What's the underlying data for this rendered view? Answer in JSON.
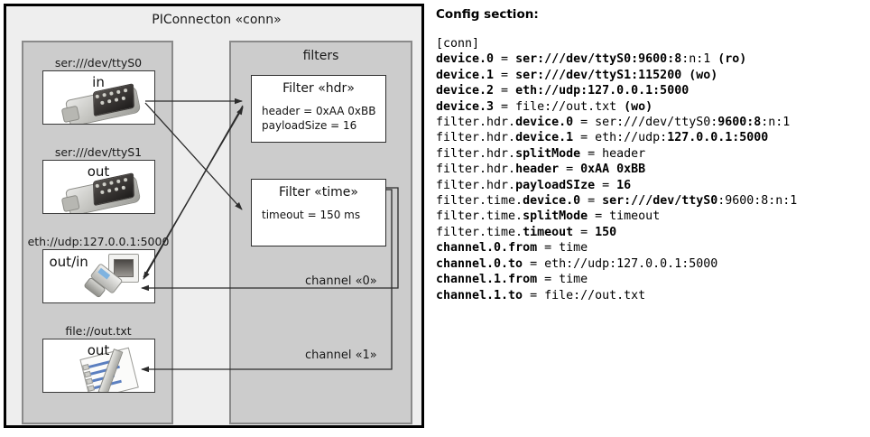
{
  "diagram": {
    "title": "PIConnecton «conn»",
    "devices_panel": {
      "title": "",
      "devices": [
        {
          "caption": "ser:///dev/ttyS0",
          "label": "in",
          "icon": "serial-connector-icon"
        },
        {
          "caption": "ser:///dev/ttyS1",
          "label": "out",
          "icon": "serial-connector-icon"
        },
        {
          "caption": "eth://udp:127.0.0.1:5000",
          "label": "out/in",
          "icon": "ethernet-plug-icon"
        },
        {
          "caption": "file://out.txt",
          "label": "out",
          "icon": "text-file-icon"
        }
      ]
    },
    "filters_panel": {
      "title": "filters",
      "filters": [
        {
          "title": "Filter «hdr»",
          "props": [
            "header = 0xAA 0xBB",
            "payloadSize = 16"
          ]
        },
        {
          "title": "Filter «time»",
          "props": [
            "timeout = 150 ms"
          ]
        }
      ]
    },
    "channels": [
      {
        "label": "channel «0»"
      },
      {
        "label": "channel «1»"
      }
    ]
  },
  "config": {
    "heading": "Config section:",
    "lines": [
      {
        "segments": [
          {
            "t": "[conn]",
            "bold": false
          }
        ]
      },
      {
        "segments": [
          {
            "t": "device.0",
            "bold": true
          },
          {
            "t": " = ",
            "bold": false
          },
          {
            "t": "ser:///dev/ttyS0:9600:8",
            "bold": true
          },
          {
            "t": ":n:1 ",
            "bold": false
          },
          {
            "t": "(ro)",
            "bold": true
          }
        ]
      },
      {
        "segments": [
          {
            "t": "device.1",
            "bold": true
          },
          {
            "t": " = ",
            "bold": false
          },
          {
            "t": "ser:///dev/ttyS1:115200",
            "bold": true
          },
          {
            "t": " ",
            "bold": false
          },
          {
            "t": "(wo)",
            "bold": true
          }
        ]
      },
      {
        "segments": [
          {
            "t": "device.2",
            "bold": true
          },
          {
            "t": " = ",
            "bold": false
          },
          {
            "t": "eth://udp:127.0.0.1:5000",
            "bold": true
          }
        ]
      },
      {
        "segments": [
          {
            "t": "device.3",
            "bold": true
          },
          {
            "t": " = file://out.txt ",
            "bold": false
          },
          {
            "t": "(wo)",
            "bold": true
          }
        ]
      },
      {
        "segments": [
          {
            "t": "filter.hdr.",
            "bold": false
          },
          {
            "t": "device.0",
            "bold": true
          },
          {
            "t": " = ser:///dev/ttyS0:",
            "bold": false
          },
          {
            "t": "9600:8",
            "bold": true
          },
          {
            "t": ":n:1",
            "bold": false
          }
        ]
      },
      {
        "segments": [
          {
            "t": "filter.hdr.",
            "bold": false
          },
          {
            "t": "device.1",
            "bold": true
          },
          {
            "t": " = eth://udp:",
            "bold": false
          },
          {
            "t": "127.0.0.1:5000",
            "bold": true
          }
        ]
      },
      {
        "segments": [
          {
            "t": "filter.hdr.",
            "bold": false
          },
          {
            "t": "splitMode",
            "bold": true
          },
          {
            "t": " = header",
            "bold": false
          }
        ]
      },
      {
        "segments": [
          {
            "t": "filter.hdr.",
            "bold": false
          },
          {
            "t": "header",
            "bold": true
          },
          {
            "t": " = ",
            "bold": false
          },
          {
            "t": "0xAA 0xBB",
            "bold": true
          }
        ]
      },
      {
        "segments": [
          {
            "t": "filter.hdr.",
            "bold": false
          },
          {
            "t": "payloadSIze",
            "bold": true
          },
          {
            "t": " = ",
            "bold": false
          },
          {
            "t": "16",
            "bold": true
          }
        ]
      },
      {
        "segments": [
          {
            "t": "filter.time.",
            "bold": false
          },
          {
            "t": "device.0",
            "bold": true
          },
          {
            "t": " = ",
            "bold": false
          },
          {
            "t": "ser:///dev/ttyS0",
            "bold": true
          },
          {
            "t": ":9600:8:n:1",
            "bold": false
          }
        ]
      },
      {
        "segments": [
          {
            "t": "filter.time.",
            "bold": false
          },
          {
            "t": "splitMode",
            "bold": true
          },
          {
            "t": " = timeout",
            "bold": false
          }
        ]
      },
      {
        "segments": [
          {
            "t": "filter.time.",
            "bold": false
          },
          {
            "t": "timeout",
            "bold": true
          },
          {
            "t": " = ",
            "bold": false
          },
          {
            "t": "150",
            "bold": true
          }
        ]
      },
      {
        "segments": [
          {
            "t": "channel.0.",
            "bold": true
          },
          {
            "t": "from",
            "bold": true
          },
          {
            "t": " = time",
            "bold": false
          }
        ]
      },
      {
        "segments": [
          {
            "t": "channel.0.to",
            "bold": true
          },
          {
            "t": " = eth://udp:127.0.0.1:5000",
            "bold": false
          }
        ]
      },
      {
        "segments": [
          {
            "t": "channel.1.from",
            "bold": true
          },
          {
            "t": " = time",
            "bold": false
          }
        ]
      },
      {
        "segments": [
          {
            "t": "channel.1.to",
            "bold": true
          },
          {
            "t": " = file://out.txt",
            "bold": false
          }
        ]
      }
    ]
  },
  "colors": {
    "frame_bg": "#eeeeee",
    "panel_bg": "#cccccc",
    "panel_border": "#8a8a8a",
    "card_bg": "#ffffff",
    "line": "#3a3a3a",
    "text": "#1a1a1a"
  }
}
